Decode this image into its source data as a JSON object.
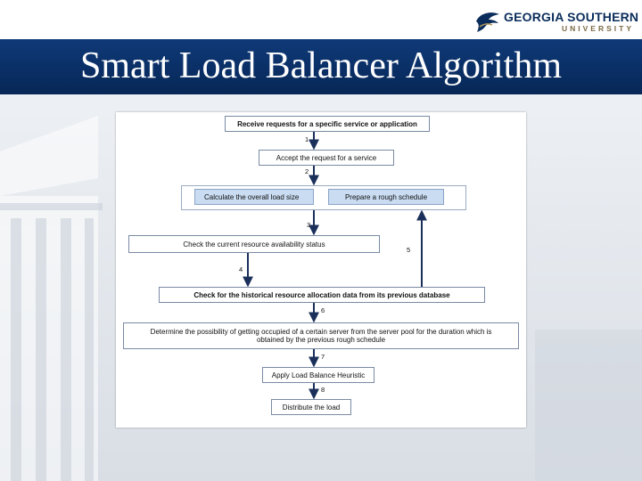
{
  "header": {
    "logo_line1": "GEORGIA SOUTHERN",
    "logo_line2": "UNIVERSITY",
    "title": "Smart Load Balancer Algorithm"
  },
  "flowchart": {
    "boxes": {
      "receive": "Receive requests for a specific service or application",
      "accept": "Accept the request for a service",
      "calculate": "Calculate the overall load size",
      "schedule": "Prepare a rough schedule",
      "check_resource": "Check the current resource availability status",
      "check_history": "Check for the historical resource allocation data from its previous database",
      "determine_line1": "Determine the possibility of getting occupied of a certain server from the server pool for the duration which is",
      "determine_line2": "obtained by the previous rough schedule",
      "heuristic": "Apply Load Balance Heuristic",
      "distribute": "Distribute the load"
    },
    "steps": [
      "1",
      "2",
      "3",
      "4",
      "5",
      "6",
      "7",
      "8"
    ]
  },
  "colors": {
    "title_band": "#0a2f66",
    "arrow": "#1a2f5a",
    "box_highlight": "#c9dcf2"
  }
}
